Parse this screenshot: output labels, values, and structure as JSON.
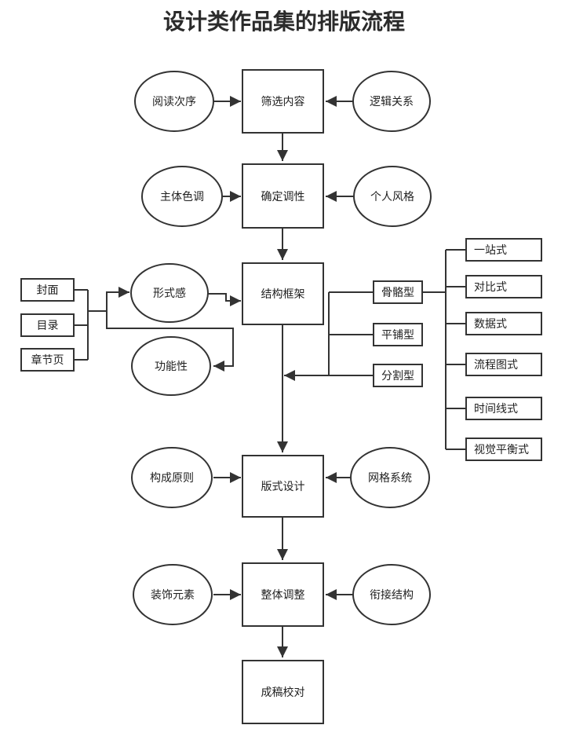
{
  "title": "设计类作品集的排版流程",
  "main_steps": [
    "筛选内容",
    "确定调性",
    "结构框架",
    "版式设计",
    "整体调整",
    "成稿校对"
  ],
  "left_inputs": [
    "阅读次序",
    "主体色调",
    "形式感",
    "构成原则",
    "装饰元素"
  ],
  "right_inputs": [
    "逻辑关系",
    "个人风格",
    "网格系统",
    "衔接结构"
  ],
  "extra_left": "功能性",
  "pages": [
    "封面",
    "目录",
    "章节页"
  ],
  "structure_types": [
    "骨骼型",
    "平铺型",
    "分割型"
  ],
  "skeleton_styles": [
    "一站式",
    "对比式",
    "数据式",
    "流程图式",
    "时间线式",
    "视觉平衡式"
  ]
}
